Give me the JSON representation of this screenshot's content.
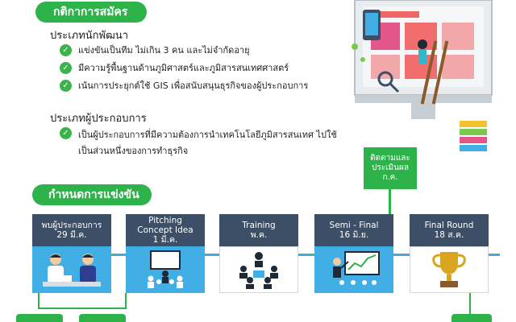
{
  "rules": {
    "title": "กติกาการสมัคร",
    "developer": {
      "heading": "ประเภทนักพัฒนา",
      "items": [
        "แข่งขันเป็นทีม ไม่เกิน 3 คน และไม่จำกัดอายุ",
        "มีความรู้พื้นฐานด้านภูมิศาสตร์และภูมิสารสนเทศศาสตร์",
        "เน้นการประยุกต์ใช้ GIS เพื่อสนับสนุนธุรกิจของผู้ประกอบการ"
      ]
    },
    "business": {
      "heading": "ประเภทผู้ประกอบการ",
      "items": [
        "เป็นผู้ประกอบการที่มีความต้องการนำเทคโนโลยีภูมิสารสนเทศ ไปใช้เป็นส่วนหนึ่งของการทำธุรกิจ"
      ]
    }
  },
  "schedule": {
    "title": "กำหนดการแข่งขัน",
    "followup": {
      "line1": "ติดตามและ",
      "line2": "ประเมินผล",
      "line3": "ก.ค."
    },
    "stages": [
      {
        "line1": "พบผู้ประกอบการ",
        "line2": "29 มี.ค.",
        "icon": "meeting-icon"
      },
      {
        "line1": "Pitching",
        "line2": "Concept Idea",
        "line3": "1 มี.ค.",
        "icon": "presentation-icon"
      },
      {
        "line1": "Training",
        "line2": "พ.ค.",
        "icon": "training-icon"
      },
      {
        "line1": "Semi - Final",
        "line2": "16 มิ.ย.",
        "icon": "chart-presentation-icon"
      },
      {
        "line1": "Final Round",
        "line2": "18 ส.ค.",
        "icon": "trophy-icon"
      }
    ]
  },
  "colors": {
    "green": "#2eb34a",
    "navy": "#3d4f66",
    "blue": "#41aee6"
  }
}
